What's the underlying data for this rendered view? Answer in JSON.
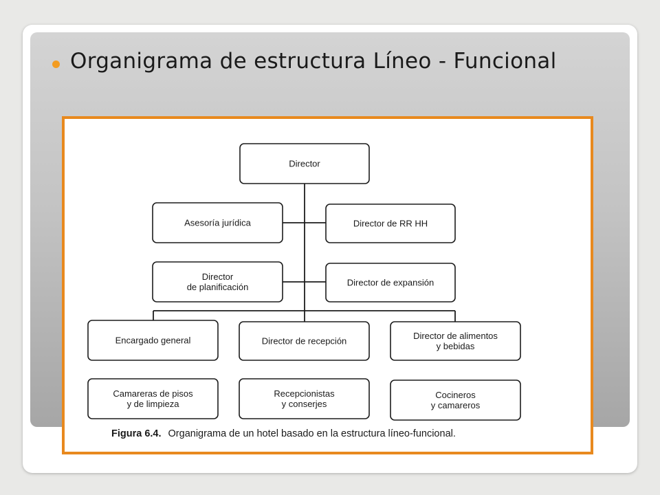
{
  "slide": {
    "title": "Organigrama de estructura Líneo - Funcional",
    "accent_color": "#e8891e",
    "bullet_color": "#f39c21",
    "bullet_icon": "bullet-dot-icon"
  },
  "figure": {
    "caption_label": "Figura 6.4.",
    "caption_text": "Organigrama de un hotel basado en la estructura líneo-funcional."
  },
  "org": {
    "director": [
      "Director"
    ],
    "asesoria": [
      "Asesoría jurídica"
    ],
    "rrhh": [
      "Director de RR HH"
    ],
    "planificacion": [
      "Director",
      "de planificación"
    ],
    "expansion": [
      "Director de expansión"
    ],
    "encargado": [
      "Encargado general"
    ],
    "recepcion": [
      "Director de recepción"
    ],
    "alimentos": [
      "Director de alimentos",
      "y bebidas"
    ],
    "camareras": [
      "Camareras de pisos",
      "y de limpieza"
    ],
    "recepcionistas": [
      "Recepcionistas",
      "y conserjes"
    ],
    "cocineros": [
      "Cocineros",
      "y camareros"
    ]
  }
}
